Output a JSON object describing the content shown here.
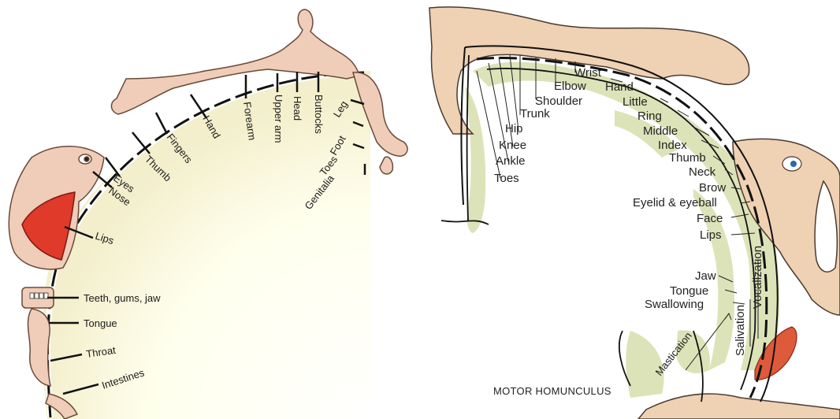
{
  "sensory": {
    "colors": {
      "fan_light": "#ffffee",
      "fan_edge": "#f0eccf",
      "skin": "#efcdb8",
      "lips": "#e03a2a"
    },
    "labels": [
      "Genitalia",
      "Toes",
      "Foot",
      "Leg",
      "Buttocks",
      "Head",
      "Upper arm",
      "Forearm",
      "Hand",
      "Fingers",
      "Thumb",
      "Eyes",
      "Nose",
      "Lips",
      "Teeth, gums, jaw",
      "Tongue",
      "Throat",
      "Intestines"
    ]
  },
  "motor": {
    "title": "MOTOR HOMUNCULUS",
    "colors": {
      "cortex_green": "#dde3b8",
      "skin": "#efd1b3",
      "tongue": "#dd5a3a"
    },
    "labels": [
      "Toes",
      "Ankle",
      "Knee",
      "Hip",
      "Trunk",
      "Shoulder",
      "Elbow",
      "Wrist",
      "Hand",
      "Little",
      "Ring",
      "Middle",
      "Index",
      "Thumb",
      "Neck",
      "Brow",
      "Eyelid & eyeball",
      "Face",
      "Lips",
      "Jaw",
      "Tongue",
      "Swallowing"
    ],
    "vertical_labels": [
      "Mastication",
      "Salivation",
      "Vocalization"
    ]
  }
}
